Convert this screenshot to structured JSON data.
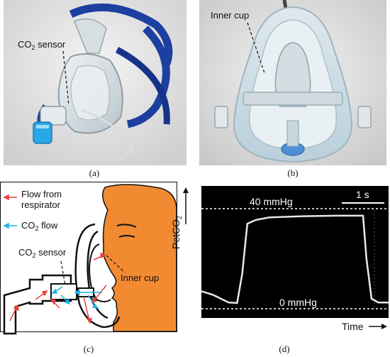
{
  "figure": {
    "panel_a": {
      "caption": "(a)",
      "sensor_label_main": "CO",
      "sensor_label_sub": "2",
      "sensor_label_rest": "sensor"
    },
    "panel_b": {
      "caption": "(b)",
      "inner_cup_label": "Inner cup"
    },
    "panel_c": {
      "caption": "(c)",
      "legend_flow_line1": "Flow from",
      "legend_flow_line2": "respirator",
      "legend_co2_main": "CO",
      "legend_co2_sub": "2",
      "legend_co2_rest": "flow",
      "sensor_main": "CO",
      "sensor_sub": "2",
      "sensor_rest": "sensor",
      "inner_cup_label": "Inner cup",
      "colors": {
        "red_arrow": "#e8403a",
        "cyan_arrow": "#18b4e6",
        "face": "#f28a32"
      }
    },
    "panel_d": {
      "caption": "(d)",
      "y_axis_main": "PetCO",
      "y_axis_sub": "2",
      "upper_ref": "40 mmHg",
      "lower_ref": "0 mmHg",
      "scale_bar": "1 s",
      "x_axis": "Time"
    }
  },
  "chart_data": {
    "type": "line",
    "xlabel": "Time",
    "ylabel": "PetCO2",
    "ylim": [
      0,
      40
    ],
    "scale_bar": "1 s",
    "reference_lines": [
      40,
      0
    ],
    "series": [
      {
        "x": [
          0,
          0.35,
          0.8,
          1.05,
          1.2,
          1.35,
          1.6,
          2.0,
          3.0,
          4.0,
          4.75,
          4.85,
          5.0,
          5.2,
          5.5
        ],
        "values": [
          7,
          5.5,
          2.5,
          2.3,
          14,
          34,
          35.5,
          36.5,
          37,
          37.2,
          37.2,
          20,
          4,
          2.5,
          2.5
        ]
      }
    ]
  }
}
